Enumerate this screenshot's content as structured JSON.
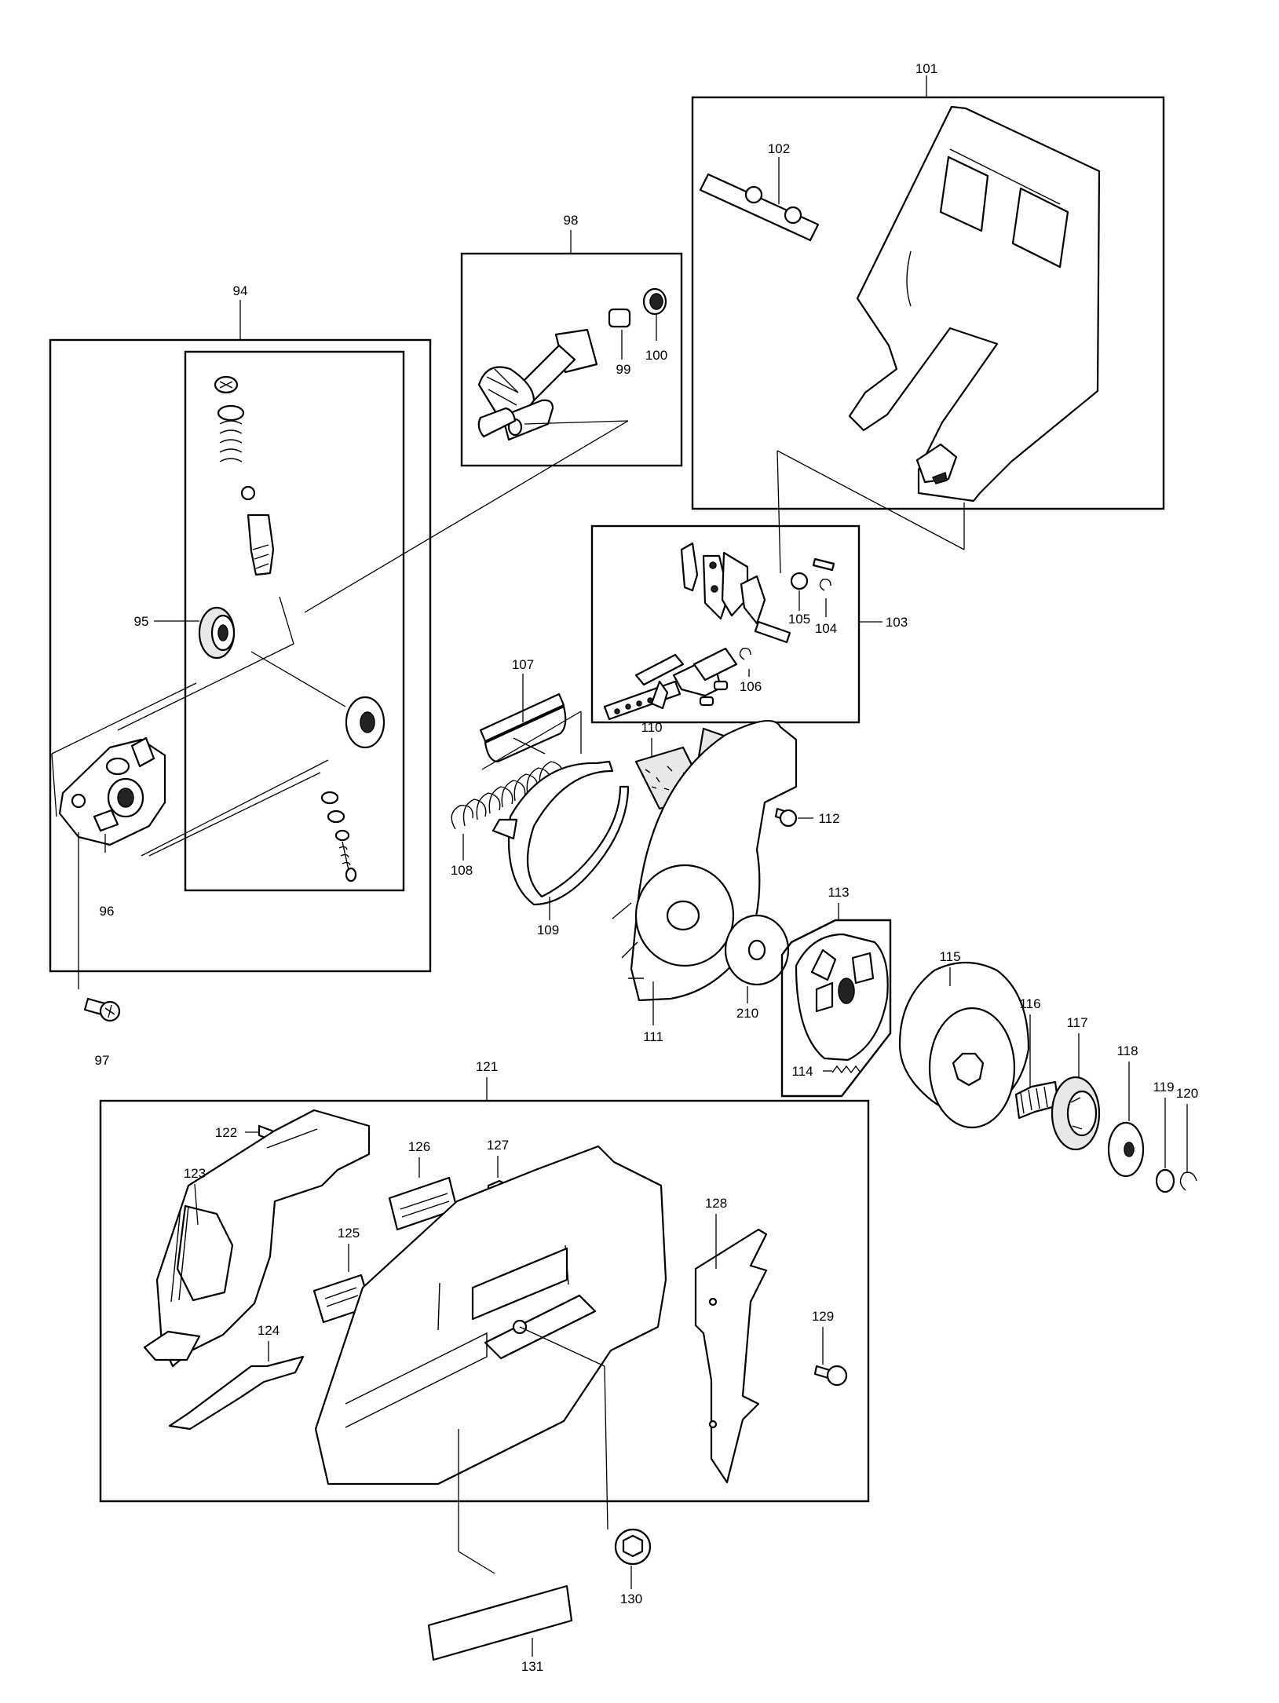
{
  "diagram": {
    "type": "exploded-parts-diagram",
    "labels": {
      "l94": "94",
      "l95": "95",
      "l96": "96",
      "l97": "97",
      "l98": "98",
      "l99": "99",
      "l100": "100",
      "l101": "101",
      "l102": "102",
      "l103": "103",
      "l104": "104",
      "l105": "105",
      "l106": "106",
      "l107": "107",
      "l108": "108",
      "l109": "109",
      "l110": "110",
      "l111": "111",
      "l112": "112",
      "l113": "113",
      "l114": "114",
      "l115": "115",
      "l116": "116",
      "l117": "117",
      "l118": "118",
      "l119": "119",
      "l120": "120",
      "l121": "121",
      "l122": "122",
      "l123": "123",
      "l124": "124",
      "l125": "125",
      "l126": "126",
      "l127": "127",
      "l128": "128",
      "l129": "129",
      "l130": "130",
      "l131": "131",
      "l210": "210"
    }
  }
}
